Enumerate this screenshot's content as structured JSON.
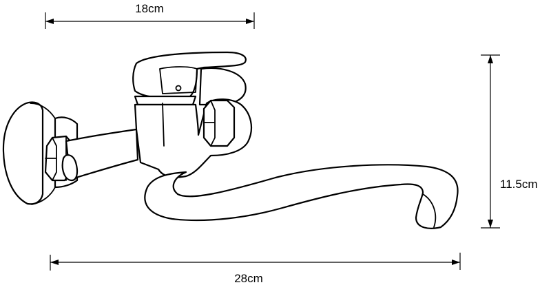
{
  "dimensions": {
    "top_width": "18cm",
    "height": "11.5cm",
    "overall_length": "28cm"
  },
  "colors": {
    "line": "#000000",
    "background": "#ffffff"
  }
}
